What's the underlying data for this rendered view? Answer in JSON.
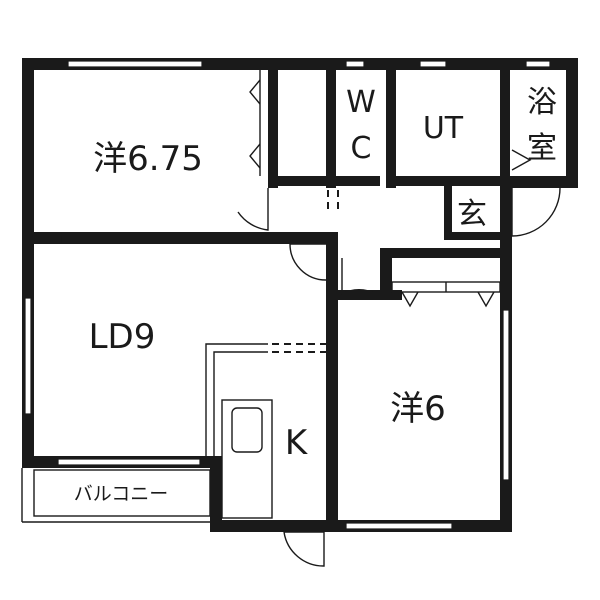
{
  "rooms": {
    "western_large": "洋6.75",
    "wc_top": "W",
    "wc_bottom": "C",
    "utility": "UT",
    "bath_top": "浴",
    "bath_bottom": "室",
    "entrance": "玄",
    "living_dining": "LD9",
    "western_small": "洋6",
    "kitchen": "K",
    "balcony": "バルコニー"
  }
}
